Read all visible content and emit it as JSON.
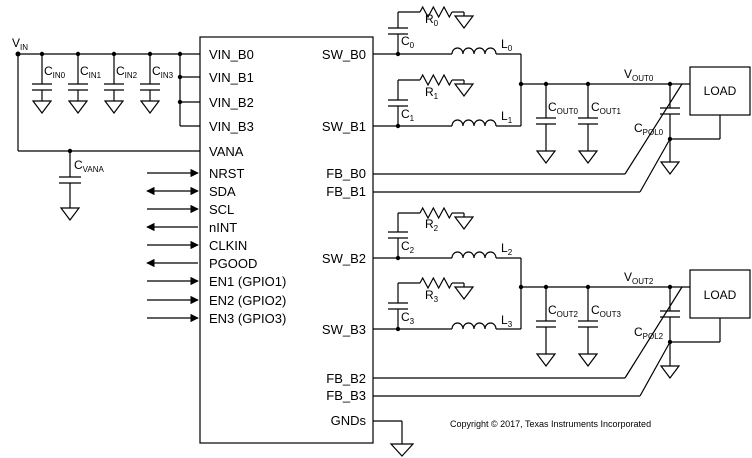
{
  "input": {
    "label": "V",
    "sub": "IN"
  },
  "input_caps": [
    {
      "label": "C",
      "sub": "IN0"
    },
    {
      "label": "C",
      "sub": "IN1"
    },
    {
      "label": "C",
      "sub": "IN2"
    },
    {
      "label": "C",
      "sub": "IN3"
    }
  ],
  "vana_cap": {
    "label": "C",
    "sub": "VANA"
  },
  "left_pins": [
    "VIN_B0",
    "VIN_B1",
    "VIN_B2",
    "VIN_B3",
    "VANA",
    "NRST",
    "SDA",
    "SCL",
    "nINT",
    "CLKIN",
    "PGOOD",
    "EN1 (GPIO1)",
    "EN2 (GPIO2)",
    "EN3 (GPIO3)"
  ],
  "right_pins": [
    "SW_B0",
    "SW_B1",
    "FB_B0",
    "FB_B1",
    "SW_B2",
    "SW_B3",
    "FB_B2",
    "FB_B3",
    "GNDs"
  ],
  "snubbers": [
    {
      "r": "R",
      "r_sub": "0",
      "c": "C",
      "c_sub": "0",
      "l": "L",
      "l_sub": "0"
    },
    {
      "r": "R",
      "r_sub": "1",
      "c": "C",
      "c_sub": "1",
      "l": "L",
      "l_sub": "1"
    },
    {
      "r": "R",
      "r_sub": "2",
      "c": "C",
      "c_sub": "2",
      "l": "L",
      "l_sub": "2"
    },
    {
      "r": "R",
      "r_sub": "3",
      "c": "C",
      "c_sub": "3",
      "l": "L",
      "l_sub": "3"
    }
  ],
  "outputs": [
    {
      "vout": "V",
      "vout_sub": "OUT0",
      "c_a": "C",
      "c_a_sub": "OUT0",
      "c_b": "C",
      "c_b_sub": "OUT1",
      "cpol": "C",
      "cpol_sub": "POL0",
      "load": "LOAD"
    },
    {
      "vout": "V",
      "vout_sub": "OUT2",
      "c_a": "C",
      "c_a_sub": "OUT2",
      "c_b": "C",
      "c_b_sub": "OUT3",
      "cpol": "C",
      "cpol_sub": "POL2",
      "load": "LOAD"
    }
  ],
  "copyright": "Copyright © 2017, Texas Instruments Incorporated"
}
